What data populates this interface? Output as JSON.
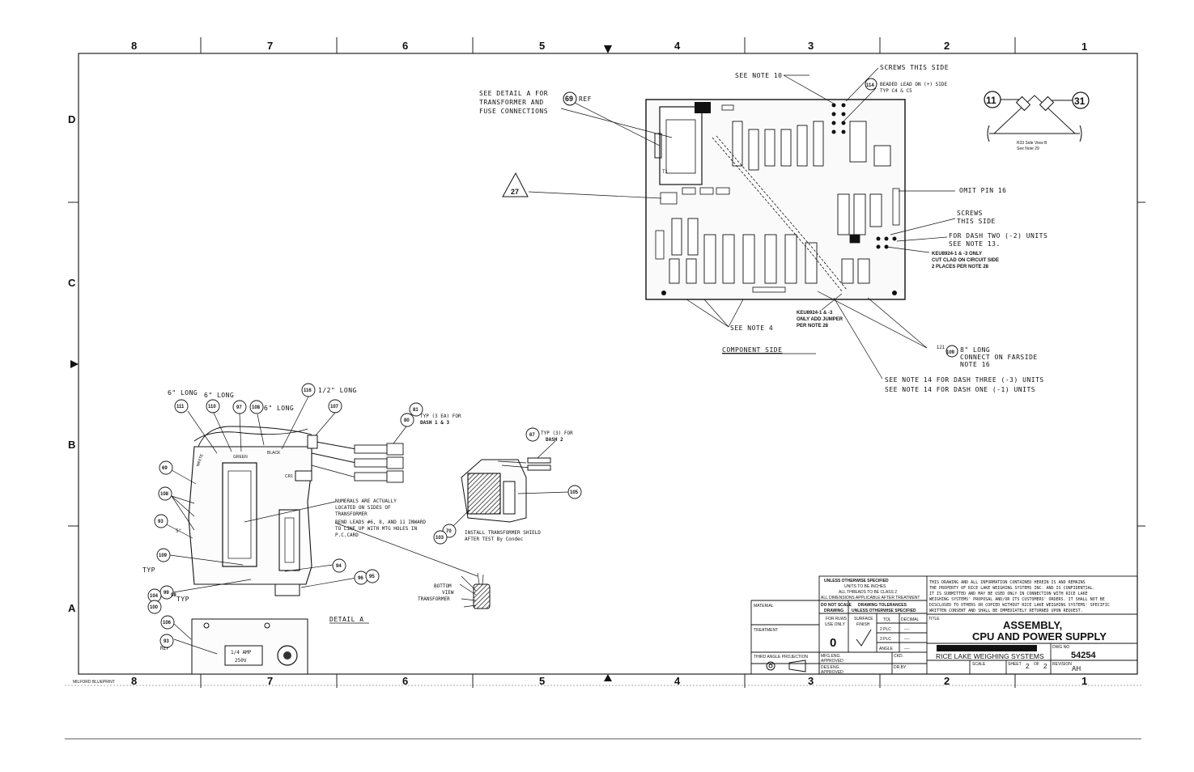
{
  "zones_top": [
    "8",
    "7",
    "6",
    "5",
    "4",
    "3",
    "2",
    "1"
  ],
  "zones_side": [
    "D",
    "C",
    "B",
    "A"
  ],
  "milford": "MILFORD BLUEPRINT",
  "component_side_notes": {
    "see_note_10": "SEE NOTE 10",
    "screws_this_side": "SCREWS THIS SIDE",
    "beaded_lead_1": "BEADED LEAD ON (+) SIDE",
    "beaded_lead_2": "TYP C4 & C5",
    "detail_ref_1": "SEE DETAIL A FOR",
    "detail_ref_2": "TRANSFORMER AND",
    "detail_ref_3": "FUSE CONNECTIONS",
    "ref": "REF",
    "omit_pin": "OMIT PIN 16",
    "screws2_1": "SCREWS",
    "screws2_2": "THIS SIDE",
    "dash_two_1": "FOR DASH TWO (-2) UNITS",
    "dash_two_2": "SEE NOTE 13.",
    "keu_clad_1": "KEU8924-1 & -3 ONLY",
    "keu_clad_2": "CUT CLAD ON CIRCUIT SIDE",
    "keu_clad_3": "2 PLACES PER NOTE 28",
    "keu_jumper_1": "KEU8924-1 & -3",
    "keu_jumper_2": "ONLY ADD JUMPER",
    "keu_jumper_3": "PER NOTE 28",
    "see_note_4": "SEE NOTE 4",
    "component_side": "COMPONENT SIDE",
    "eight_long_1": "8\" LONG",
    "eight_long_2": "CONNECT ON FARSIDE",
    "eight_long_3": "NOTE 16",
    "note14_three": "SEE NOTE 14 FOR DASH THREE (-3) UNITS",
    "note14_one": "SEE NOTE 14 FOR DASH ONE (-1) UNITS",
    "r33_1": "R33 Side View B",
    "r33_2": "See Note 29",
    "t1": "T1"
  },
  "detail_notes": {
    "six_long_a": "6\" LONG",
    "six_long_b": "6\" LONG",
    "six_long_c": "6\" LONG",
    "half_long": "1/2\" LONG",
    "typ_3ea_1": "TYP (3 EA) FOR",
    "typ_3ea_2": "DASH 1 & 3",
    "typ3_1": "TYP (3) FOR",
    "typ3_2": "DASH 2",
    "numerals_1": "NUMERALS ARE ACTUALLY",
    "numerals_2": "LOCATED ON SIDES OF",
    "numerals_3": "TRANSFORMER",
    "bend_1": "BEND LEADS #6, 8, AND 11 INWARD",
    "bend_2": "TO LINE UP WITH MTG HOLES IN",
    "bend_3": "P.C.CARD",
    "install_1": "INSTALL TRANSFORMER SHIELD",
    "install_2": "AFTER TEST By Condec",
    "bottom_1": "BOTTOM",
    "bottom_2": "VIEW",
    "bottom_3": "TRANSFORMER",
    "detail_a": "DETAIL A",
    "typ_a": "TYP",
    "typ_b": "TYP",
    "ref": "REF",
    "five_in": "5\"",
    "green": "GREEN",
    "black": "BLACK",
    "white": "WHITE",
    "cr": "CR1",
    "fuse_1": "1/4 AMP",
    "fuse_2": "250V"
  },
  "callouts": [
    "69",
    "27",
    "114",
    "11",
    "31",
    "121",
    "109",
    "111",
    "110",
    "97",
    "108",
    "116",
    "107",
    "81",
    "80",
    "67",
    "105",
    "70",
    "103",
    "93",
    "109",
    "99",
    "104",
    "98",
    "100",
    "94",
    "96",
    "95",
    "106",
    "93",
    "108"
  ],
  "title_block": {
    "tol_1": "UNLESS OTHERWISE SPECIFIED",
    "tol_2": "UNITS TO BE INCHES",
    "tol_3": "ALL THREADS TO BE CLASS 2",
    "tol_4": "ALL DIMENSIONS APPLICABLE AFTER TREATMENT",
    "do_not_scale_1": "DO NOT SCALE",
    "do_not_scale_2": "DRAWING",
    "drawing_tol_1": "DRAWING TOLERANCES",
    "drawing_tol_2": "UNLESS OTHERWISE SPECIFIED",
    "for_rlws_1": "FOR RLWS",
    "for_rlws_2": "USE ONLY",
    "surface_1": "SURFACE",
    "surface_2": "FINISH",
    "tol": "TOL",
    "decimal": "DECIMAL",
    "plc2": "2 PLC",
    "plc3": "3 PLC",
    "angle": "ANGLE",
    "dashes": "----",
    "zero": "0",
    "material": "MATERIAL",
    "treatment": "TREATMENT",
    "third_angle": "THIRD ANGLE PROJECTION",
    "mfg_1": "MFG.ENG.",
    "mfg_2": "APPROVED",
    "des_1": "DES.ENG.",
    "des_2": "APPROVED",
    "ckd": "CKD.",
    "drby": "DR.BY",
    "prop_1": "THIS DRAWING AND ALL INFORMATION CONTAINED HEREIN IS AND REMAINS",
    "prop_2": "THE PROPERTY OF RICE LAKE WEIGHING SYSTEMS INC. AND IS CONFIDENTIAL.",
    "prop_3": "IT IS SUBMITTED AND MAY BE USED ONLY IN CONNECTION WITH RICE LAKE",
    "prop_4": "WEIGHING SYSTEMS' PROPOSAL AND/OR ITS CUSTOMERS' ORDERS. IT SHALL NOT BE",
    "prop_5": "DISCLOSED TO OTHERS OR COPIED WITHOUT RICE LAKE WEIGHING SYSTEMS' SPECIFIC",
    "prop_6": "WRITTEN CONSENT AND SHALL BE IMMEDIATELY RETURNED UPON REQUEST.",
    "title_label": "TITLE",
    "title_1": "ASSEMBLY,",
    "title_2": "CPU AND POWER SUPPLY",
    "company": "RICE LAKE WEIGHING SYSTEMS",
    "dwg_no_label": "DWG NO",
    "dwg_no": "54254",
    "scale_label": "SCALE",
    "sheet_label": "SHEET",
    "sheet": "2",
    "of_label": "OF",
    "of": "2",
    "revision_label": "REVISION",
    "revision": "AH"
  }
}
